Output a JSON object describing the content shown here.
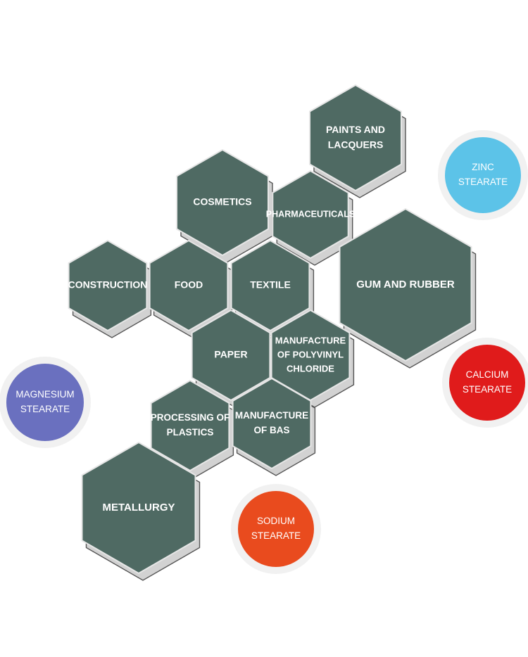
{
  "colors": {
    "hex_fill": "#4f6a63",
    "hex_stroke": "#e6e6e6",
    "hex_shadow": "#d2d2d2",
    "circle_halo": "#f1f1f1"
  },
  "applications": [
    {
      "id": "paints",
      "lines": [
        "PAINTS AND",
        "LACQUERS"
      ]
    },
    {
      "id": "cosmetics",
      "lines": [
        "COSMETICS"
      ]
    },
    {
      "id": "pharmaceuticals",
      "lines": [
        "PHARMACEUTICALS"
      ]
    },
    {
      "id": "construction",
      "lines": [
        "CONSTRUCTION"
      ]
    },
    {
      "id": "food",
      "lines": [
        "FOOD"
      ]
    },
    {
      "id": "textile",
      "lines": [
        "TEXTILE"
      ]
    },
    {
      "id": "gum-rubber",
      "lines": [
        "GUM AND RUBBER"
      ]
    },
    {
      "id": "paper",
      "lines": [
        "PAPER"
      ]
    },
    {
      "id": "pvc",
      "lines": [
        "MANUFACTURE",
        "OF POLYVINYL",
        "CHLORIDE"
      ]
    },
    {
      "id": "plastics",
      "lines": [
        "PROCESSING OF",
        "PLASTICS"
      ]
    },
    {
      "id": "bas",
      "lines": [
        "MANUFACTURE",
        "OF BAS"
      ]
    },
    {
      "id": "metallurgy",
      "lines": [
        "METALLURGY"
      ]
    }
  ],
  "stearates": [
    {
      "id": "zinc",
      "lines": [
        "ZINC",
        "STEARATE"
      ],
      "color": "#5cc3e8"
    },
    {
      "id": "calcium",
      "lines": [
        "CALCIUM",
        "STEARATE"
      ],
      "color": "#e01b1b"
    },
    {
      "id": "magnesium",
      "lines": [
        "MAGNESIUM",
        "STEARATE"
      ],
      "color": "#6a70bf"
    },
    {
      "id": "sodium",
      "lines": [
        "SODIUM",
        "STEARATE"
      ],
      "color": "#e94b1e"
    }
  ]
}
